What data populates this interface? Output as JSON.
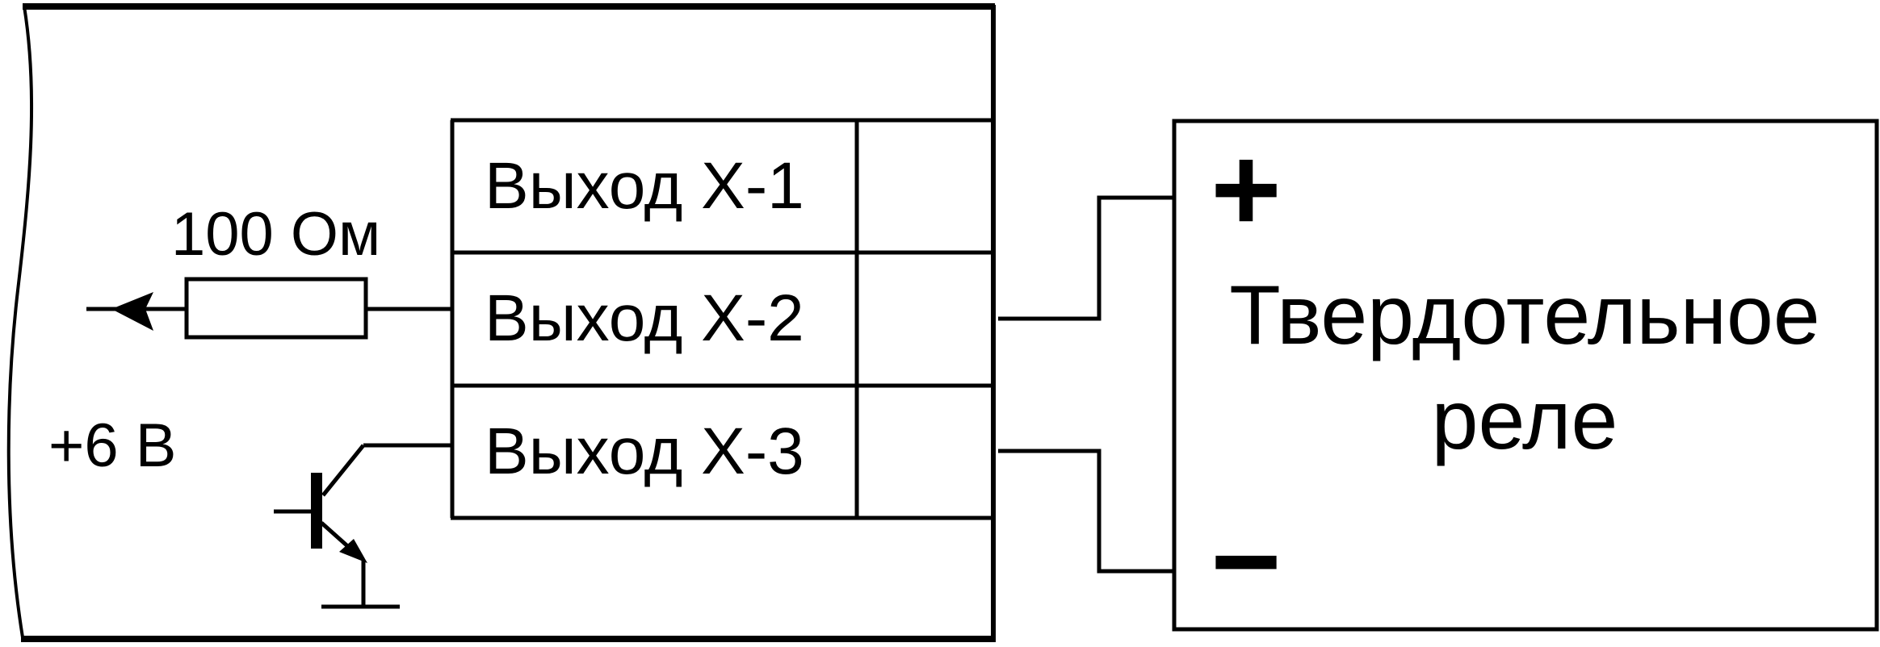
{
  "terminals": [
    {
      "label": "Выход Х-1"
    },
    {
      "label": "Выход Х-2"
    },
    {
      "label": "Выход Х-3"
    }
  ],
  "resistor_label": "100 Ом",
  "supply_label": "+6 В",
  "relay": {
    "title_line1": "Твердотельное",
    "title_line2": "реле",
    "plus_symbol": "+",
    "minus_symbol": "−"
  },
  "colors": {
    "stroke": "#000000",
    "background": "#ffffff"
  }
}
